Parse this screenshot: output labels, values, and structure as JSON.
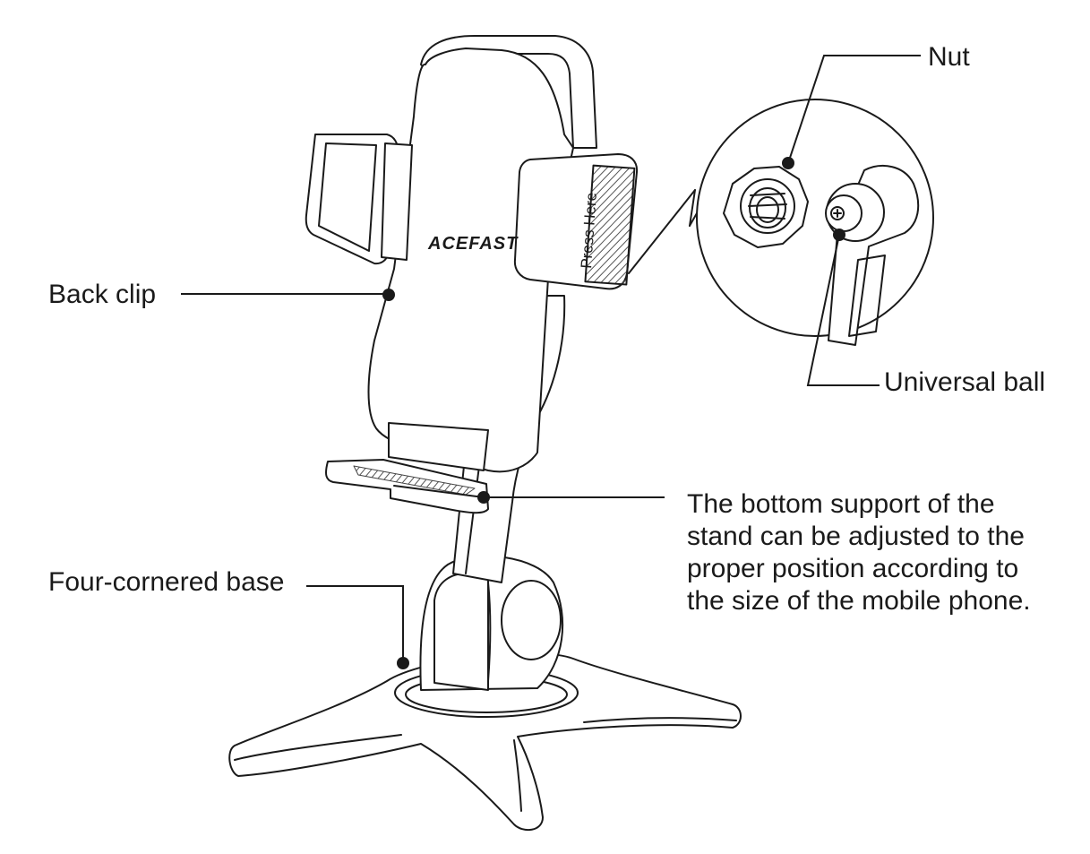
{
  "brand": {
    "logo_text": "ACEFAST",
    "button_text": "Press Here"
  },
  "labels": {
    "nut": "Nut",
    "back_clip": "Back clip",
    "universal_ball": "Universal ball",
    "four_cornered_base": "Four-cornered base",
    "bottom_support": [
      "The bottom support of the",
      "stand can be adjusted to the",
      "proper position according to",
      "the size of the mobile phone."
    ]
  },
  "colors": {
    "stroke": "#1a1a1a",
    "background": "#ffffff",
    "hatch": "#555555"
  }
}
